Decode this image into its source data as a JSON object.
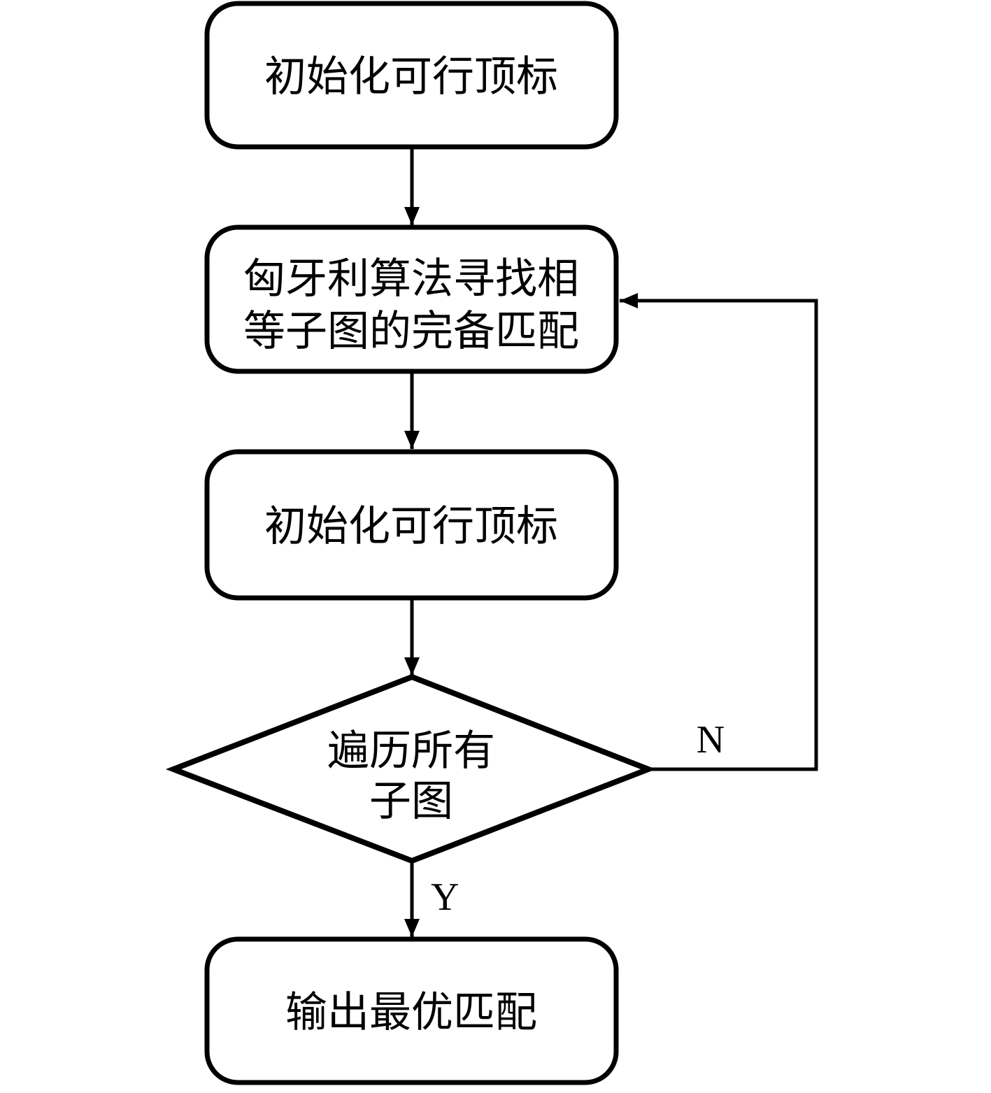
{
  "diagram": {
    "type": "flowchart",
    "direction": "top-down",
    "colors": {
      "stroke": "#000000",
      "node_fill": "#ffffff",
      "background": "#ffffff",
      "text": "#000000"
    },
    "nodes": [
      {
        "id": "init-feasible-labels-1",
        "shape": "rounded-rect",
        "lines": [
          "初始化可行顶标"
        ]
      },
      {
        "id": "hungarian-perfect-matching",
        "shape": "rounded-rect",
        "lines": [
          "匈牙利算法寻找相",
          "等子图的完备匹配"
        ]
      },
      {
        "id": "init-feasible-labels-2",
        "shape": "rounded-rect",
        "lines": [
          "初始化可行顶标"
        ]
      },
      {
        "id": "traverse-all-subgraphs-decision",
        "shape": "diamond",
        "lines": [
          "遍历所有",
          "子图"
        ]
      },
      {
        "id": "output-optimal-matching",
        "shape": "rounded-rect",
        "lines": [
          "输出最优匹配"
        ]
      }
    ],
    "edges": [
      {
        "from": "init-feasible-labels-1",
        "to": "hungarian-perfect-matching",
        "label": ""
      },
      {
        "from": "hungarian-perfect-matching",
        "to": "init-feasible-labels-2",
        "label": ""
      },
      {
        "from": "init-feasible-labels-2",
        "to": "traverse-all-subgraphs-decision",
        "label": ""
      },
      {
        "from": "traverse-all-subgraphs-decision",
        "to": "output-optimal-matching",
        "label": "Y"
      },
      {
        "from": "traverse-all-subgraphs-decision",
        "to": "hungarian-perfect-matching",
        "label": "N"
      }
    ]
  }
}
